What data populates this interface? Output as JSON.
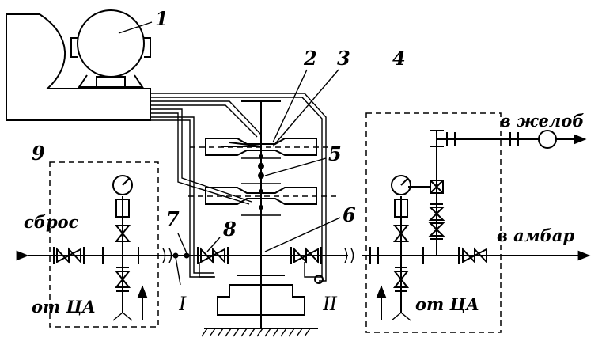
{
  "labels": {
    "n1": "1",
    "n2": "2",
    "n3": "3",
    "n4": "4",
    "n5": "5",
    "n6": "6",
    "n7": "7",
    "n8": "8",
    "n9": "9",
    "roman_1": "I",
    "roman_2": "II",
    "discharge": "сброс",
    "from_ca_left": "от ЦА",
    "from_ca_right": "от ЦА",
    "to_trough": "в желоб",
    "to_pit": "в амбар"
  }
}
